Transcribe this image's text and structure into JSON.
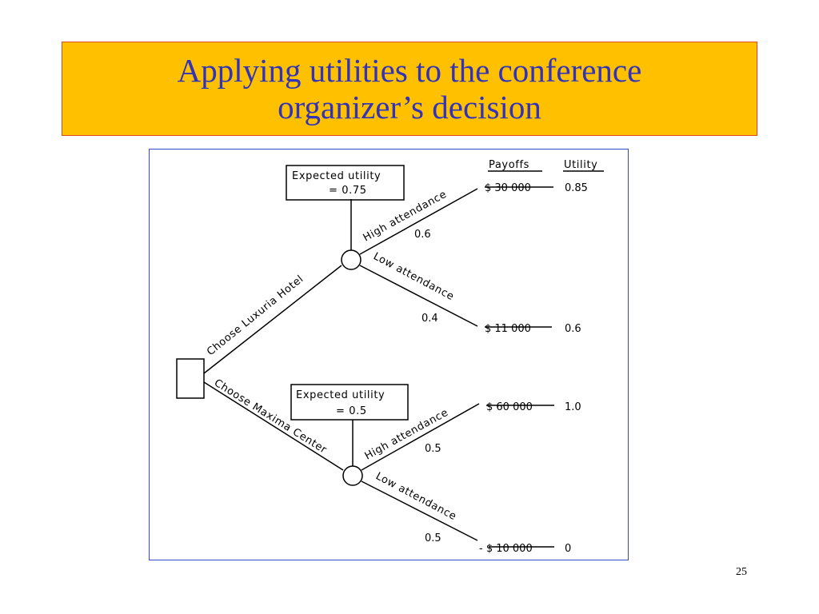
{
  "slide": {
    "title_line1": "Applying utilities to the conference",
    "title_line2": "organizer’s decision",
    "page_number": "25",
    "title_bg_color": "#ffc000",
    "title_text_color": "#3333b8"
  },
  "tree": {
    "headers": {
      "payoffs": "Payoffs",
      "utility": "Utility"
    },
    "decisions": {
      "luxuria": "Choose Luxuria Hotel",
      "maxima": "Choose Maxima Center"
    },
    "luxuria_node": {
      "expected_label": "Expected utility",
      "expected_value": "= 0.75",
      "high_label": "High attendance",
      "high_prob": "0.6",
      "low_label": "Low attendance",
      "low_prob": "0.4",
      "high_payoff": "$ 30 000",
      "high_utility": "0.85",
      "low_payoff": "$ 11 000",
      "low_utility": "0.6"
    },
    "maxima_node": {
      "expected_label": "Expected utility",
      "expected_value": "= 0.5",
      "high_label": "High attendance",
      "high_prob": "0.5",
      "low_label": "Low attendance",
      "low_prob": "0.5",
      "high_payoff": "$ 60 000",
      "high_utility": "1.0",
      "low_payoff": "- $ 10 000",
      "low_utility": "0"
    }
  }
}
